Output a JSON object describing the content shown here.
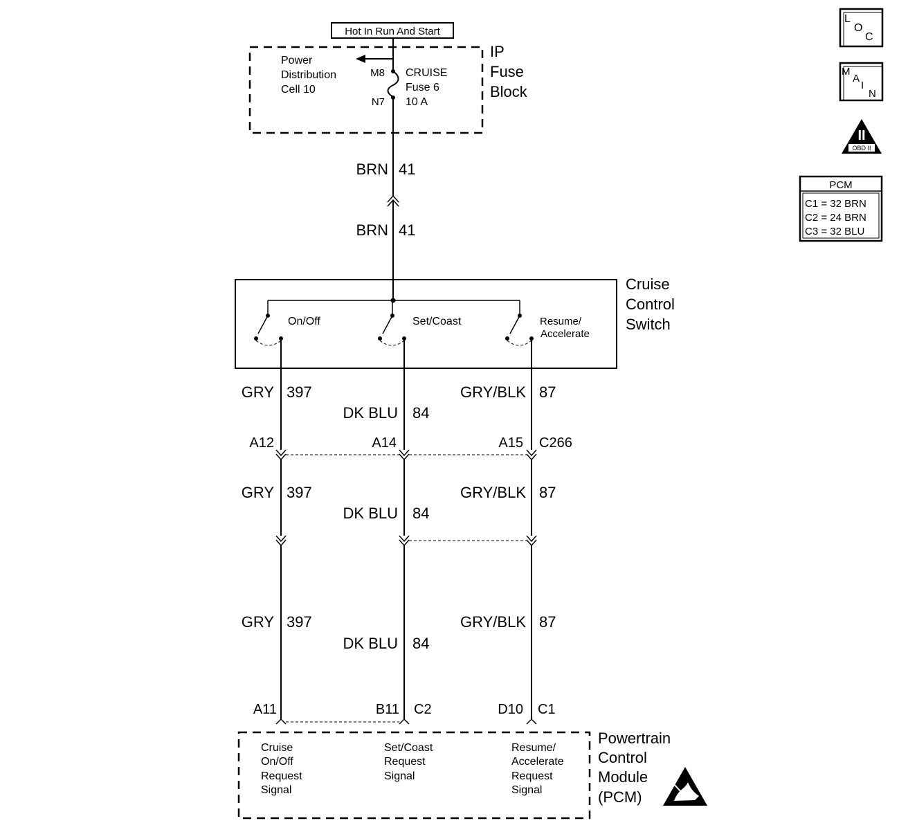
{
  "supply": {
    "label": "Hot In Run And Start"
  },
  "fuse_block": {
    "title_lines": [
      "IP",
      "Fuse",
      "Block"
    ],
    "power_dist_lines": [
      "Power",
      "Distribution",
      "Cell 10"
    ],
    "pin_in": "M8",
    "pin_out": "N7",
    "fuse_lines": [
      "CRUISE",
      "Fuse 6",
      "10 A"
    ]
  },
  "feed_wire": {
    "upper": {
      "color": "BRN",
      "circuit": "41"
    },
    "lower": {
      "color": "BRN",
      "circuit": "41"
    }
  },
  "switch": {
    "title_lines": [
      "Cruise",
      "Control",
      "Switch"
    ],
    "positions": [
      {
        "lines": [
          "On/Off"
        ]
      },
      {
        "lines": [
          "Set/Coast"
        ]
      },
      {
        "lines": [
          "Resume/",
          "Accelerate"
        ]
      }
    ]
  },
  "wires": [
    {
      "color": "GRY",
      "circuit": "397"
    },
    {
      "color": "DK BLU",
      "circuit": "84"
    },
    {
      "color": "GRY/BLK",
      "circuit": "87"
    }
  ],
  "connector": {
    "name": "C266",
    "pins": [
      "A12",
      "A14",
      "A15"
    ]
  },
  "pcm_pins": [
    {
      "pin": "A11",
      "connector": ""
    },
    {
      "pin": "B11",
      "connector": "C2"
    },
    {
      "pin": "D10",
      "connector": "C1"
    }
  ],
  "pcm": {
    "title_lines": [
      "Powertrain",
      "Control",
      "Module",
      "(PCM)"
    ],
    "signals": [
      {
        "lines": [
          "Cruise",
          "On/Off",
          "Request",
          "Signal"
        ]
      },
      {
        "lines": [
          "Set/Coast",
          "Request",
          "Signal"
        ]
      },
      {
        "lines": [
          "Resume/",
          "Accelerate",
          "Request",
          "Signal"
        ]
      }
    ]
  },
  "side_icons": {
    "loc": [
      "L",
      "O",
      "C"
    ],
    "main": [
      "M",
      "A",
      "I",
      "N"
    ],
    "obd": {
      "numeral": "II",
      "label": "OBD II"
    },
    "pcm_table": {
      "title": "PCM",
      "rows": [
        "C1 = 32 BRN",
        "C2 = 24 BRN",
        "C3 = 32 BLU"
      ]
    },
    "esd": "esd-warning-icon"
  }
}
